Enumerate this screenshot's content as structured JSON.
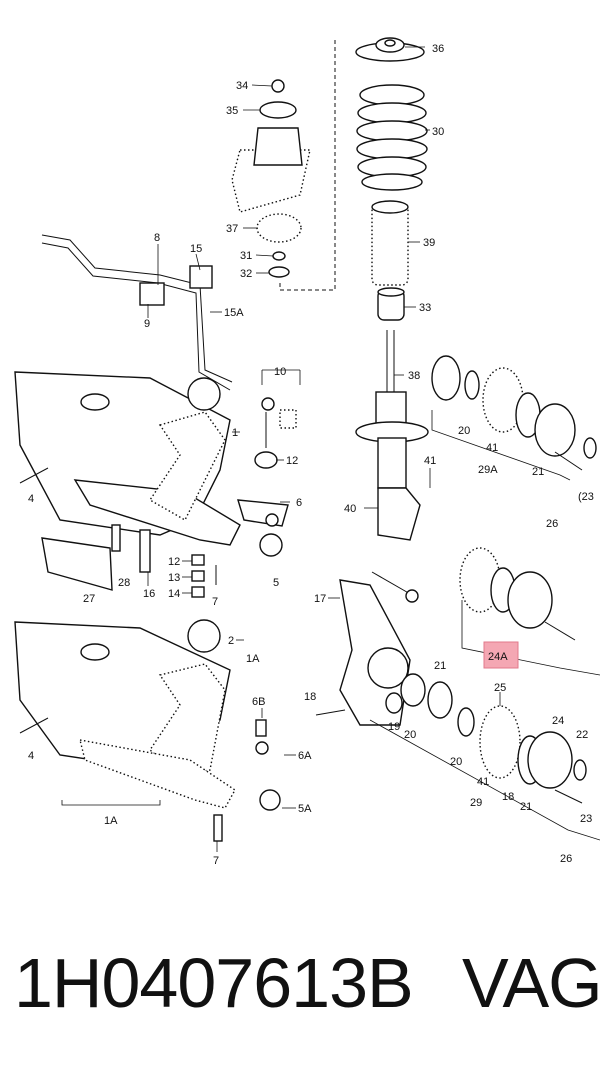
{
  "diagram": {
    "callouts": {
      "c36": "36",
      "c30": "30",
      "c34": "34",
      "c35": "35",
      "c37": "37",
      "c31": "31",
      "c32": "32",
      "c39": "39",
      "c33": "33",
      "c38": "38",
      "c8": "8",
      "c15": "15",
      "c15a": "15A",
      "c9": "9",
      "c10": "10",
      "c1": "1",
      "c12a": "12",
      "c4a": "4",
      "c6": "6",
      "c12b": "12",
      "c13": "13",
      "c14": "14",
      "c7a": "7",
      "c5": "5",
      "c16": "16",
      "c28": "28",
      "c27": "27",
      "c40": "40",
      "c41a": "41",
      "c20a": "20",
      "c41b": "41",
      "c29a": "29A",
      "c21a": "21",
      "c23a": "(23",
      "c26a": "26",
      "c17": "17",
      "c24a": "24A",
      "c2": "2",
      "c1a": "1A",
      "c6b": "6B",
      "c6a": "6A",
      "c5a": "5A",
      "c4b": "4",
      "c1a2": "1A",
      "c7b": "7",
      "c18": "18",
      "c19": "19",
      "c20b": "20",
      "c21b": "21",
      "c20c": "20",
      "c25": "25",
      "c24": "24",
      "c22": "22",
      "c41c": "41",
      "c29": "29",
      "c18b": "18",
      "c21c": "21",
      "c23": "23",
      "c26": "26"
    },
    "highlight_color": "#f4a7b3"
  },
  "caption": {
    "part_number": "1H0407613B",
    "brand": "VAG"
  }
}
